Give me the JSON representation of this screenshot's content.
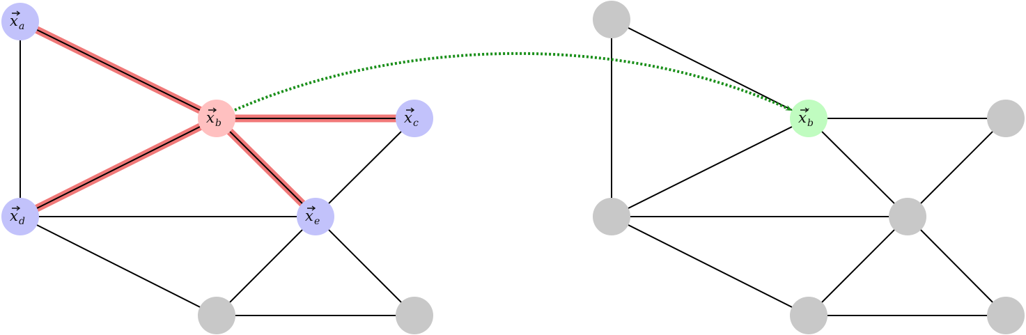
{
  "colors": {
    "neighbor_node": "#c2c2fb",
    "center_node": "#ffc0c0",
    "updated_node": "#c0fcc0",
    "plain_node": "#c8c8c8",
    "edge": "#000000",
    "highlight": "#f07878",
    "arrow": "#1a8f1a"
  },
  "left_graph": {
    "nodes": [
      {
        "id": "a",
        "role": "neighbor",
        "label": "x",
        "sub": "a"
      },
      {
        "id": "b",
        "role": "center",
        "label": "x",
        "sub": "b"
      },
      {
        "id": "c",
        "role": "neighbor",
        "label": "x",
        "sub": "c"
      },
      {
        "id": "d",
        "role": "neighbor",
        "label": "x",
        "sub": "d"
      },
      {
        "id": "e",
        "role": "neighbor",
        "label": "x",
        "sub": "e"
      },
      {
        "id": "f",
        "role": "plain",
        "label": "",
        "sub": ""
      },
      {
        "id": "g",
        "role": "plain",
        "label": "",
        "sub": ""
      }
    ],
    "edges": [
      {
        "from": "a",
        "to": "b",
        "highlighted": true
      },
      {
        "from": "b",
        "to": "c",
        "highlighted": true
      },
      {
        "from": "b",
        "to": "d",
        "highlighted": true
      },
      {
        "from": "b",
        "to": "e",
        "highlighted": true
      },
      {
        "from": "a",
        "to": "d",
        "highlighted": false
      },
      {
        "from": "d",
        "to": "e",
        "highlighted": false
      },
      {
        "from": "c",
        "to": "e",
        "highlighted": false
      },
      {
        "from": "d",
        "to": "f",
        "highlighted": false
      },
      {
        "from": "e",
        "to": "f",
        "highlighted": false
      },
      {
        "from": "e",
        "to": "g",
        "highlighted": false
      },
      {
        "from": "f",
        "to": "g",
        "highlighted": false
      }
    ]
  },
  "right_graph": {
    "nodes": [
      {
        "id": "a",
        "role": "plain",
        "label": "",
        "sub": ""
      },
      {
        "id": "b",
        "role": "updated",
        "label": "x",
        "sub": "b",
        "prime": "′"
      },
      {
        "id": "c",
        "role": "plain",
        "label": "",
        "sub": ""
      },
      {
        "id": "d",
        "role": "plain",
        "label": "",
        "sub": ""
      },
      {
        "id": "e",
        "role": "plain",
        "label": "",
        "sub": ""
      },
      {
        "id": "f",
        "role": "plain",
        "label": "",
        "sub": ""
      },
      {
        "id": "g",
        "role": "plain",
        "label": "",
        "sub": ""
      }
    ],
    "edges": [
      {
        "from": "a",
        "to": "b"
      },
      {
        "from": "b",
        "to": "c"
      },
      {
        "from": "b",
        "to": "d"
      },
      {
        "from": "b",
        "to": "e"
      },
      {
        "from": "a",
        "to": "d"
      },
      {
        "from": "d",
        "to": "e"
      },
      {
        "from": "c",
        "to": "e"
      },
      {
        "from": "d",
        "to": "f"
      },
      {
        "from": "e",
        "to": "f"
      },
      {
        "from": "e",
        "to": "g"
      },
      {
        "from": "f",
        "to": "g"
      }
    ]
  },
  "arrow": {
    "from": "left.b",
    "to": "right.b",
    "style": "dotted"
  }
}
